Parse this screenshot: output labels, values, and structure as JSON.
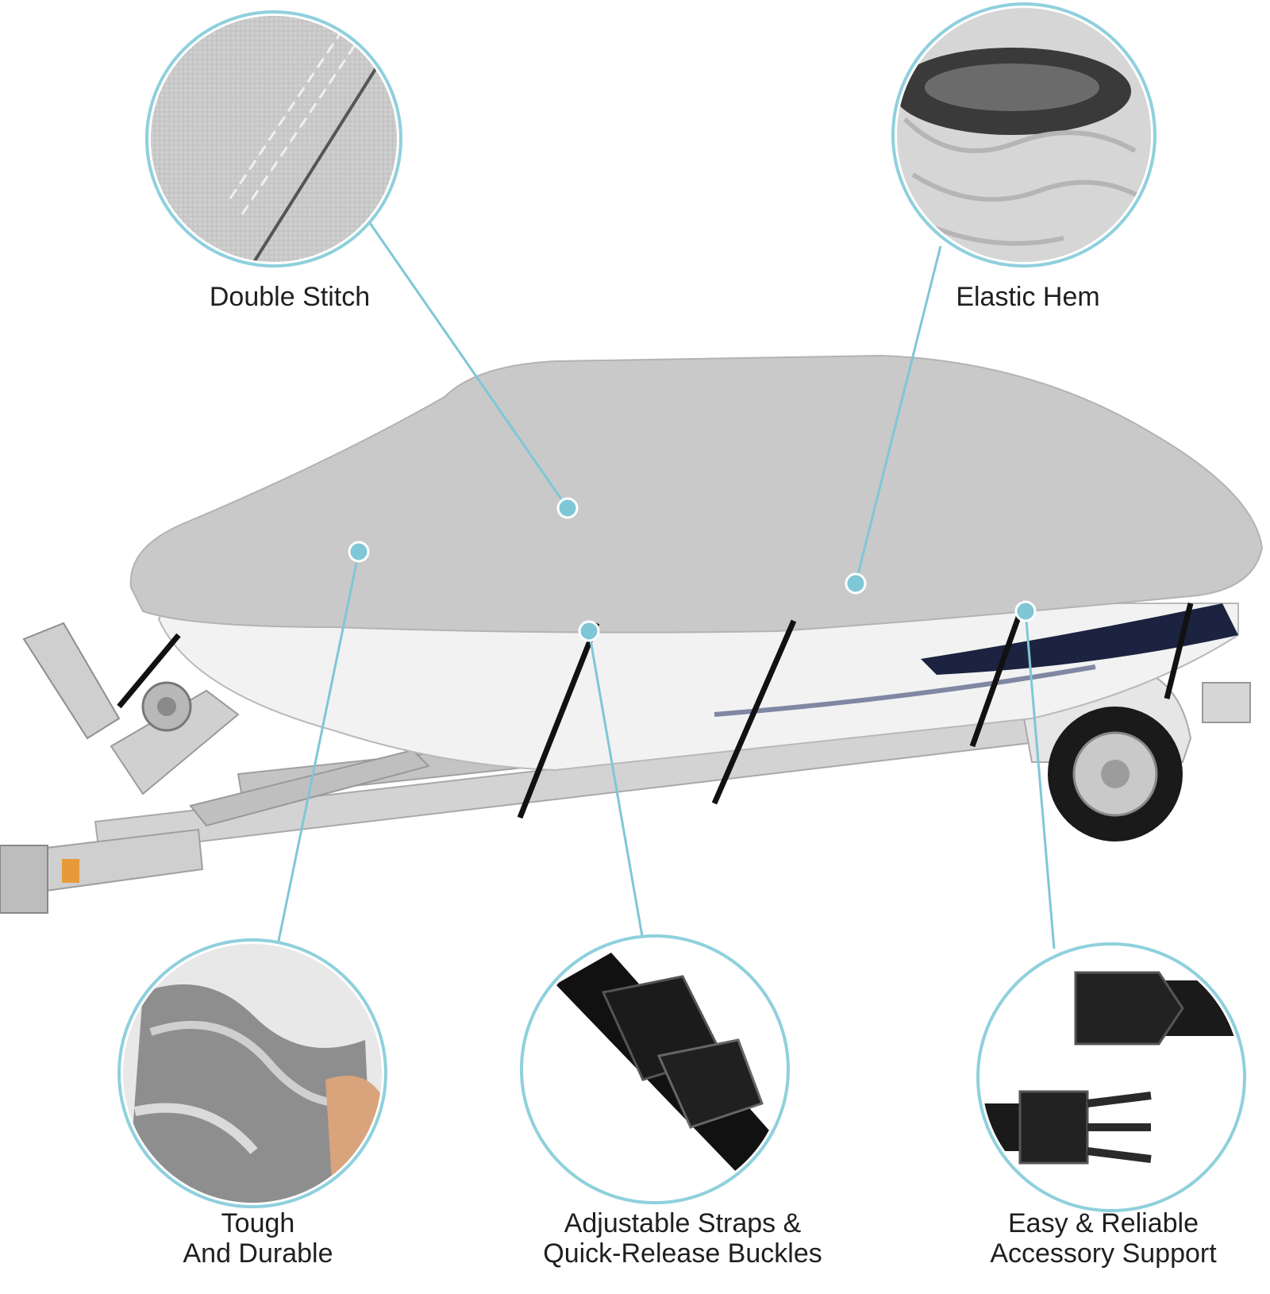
{
  "colors": {
    "background": "#ffffff",
    "callout_line": "#7fc7d6",
    "callout_ring": "#8fd0dd",
    "cover_fabric": "#c9c9c9",
    "hull": "#f2f2f2",
    "hull_stripe": "#1c2340",
    "trailer_frame": "#cfcfcf",
    "strap": "#111111",
    "label_text": "#1f1f1f"
  },
  "features": {
    "double_stitch": {
      "label": "Double Stitch",
      "icon": "stitch-fabric-icon"
    },
    "elastic_hem": {
      "label": "Elastic Hem",
      "icon": "elastic-hem-icon"
    },
    "tough_durable": {
      "line1": "Tough",
      "line2": "And Durable",
      "icon": "silver-fabric-icon"
    },
    "straps_buckles": {
      "line1": "Adjustable Straps &",
      "line2": "Quick-Release Buckles",
      "icon": "buckle-strap-icon"
    },
    "easy_reliable": {
      "line1": "Easy & Reliable",
      "line2": "Accessory Support",
      "icon": "open-buckle-icon"
    }
  },
  "product_icon": "covered-boat-on-trailer-icon"
}
